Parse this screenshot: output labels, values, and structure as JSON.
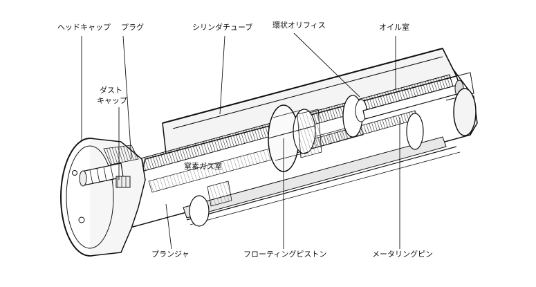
{
  "labels": {
    "head_cap": "ヘッドキャップ",
    "plug": "プラグ",
    "cylinder_tube": "シリンダチューブ",
    "annular_orifice": "環状オリフィス",
    "oil_chamber": "オイル室",
    "dust_cap_line1": "ダスト",
    "dust_cap_line2": "キャップ",
    "nitrogen_chamber": "窒素ガス室",
    "plunger": "プランジャ",
    "floating_piston": "フローティングピストン",
    "metering_pin": "メータリングピン"
  }
}
